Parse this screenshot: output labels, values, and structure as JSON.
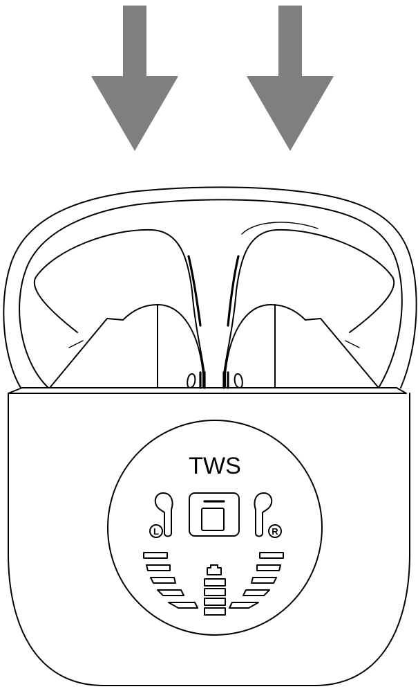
{
  "label": "TWS",
  "left_badge": "L",
  "right_badge": "R",
  "colors": {
    "arrow": "#7f7f7f",
    "stroke": "#000000",
    "background": "#ffffff"
  },
  "icons": {
    "arrows": "down-arrow-icon",
    "left_earbud": "earbud-left-icon",
    "right_earbud": "earbud-right-icon",
    "button": "power-button-icon",
    "battery": "battery-level-icon"
  }
}
